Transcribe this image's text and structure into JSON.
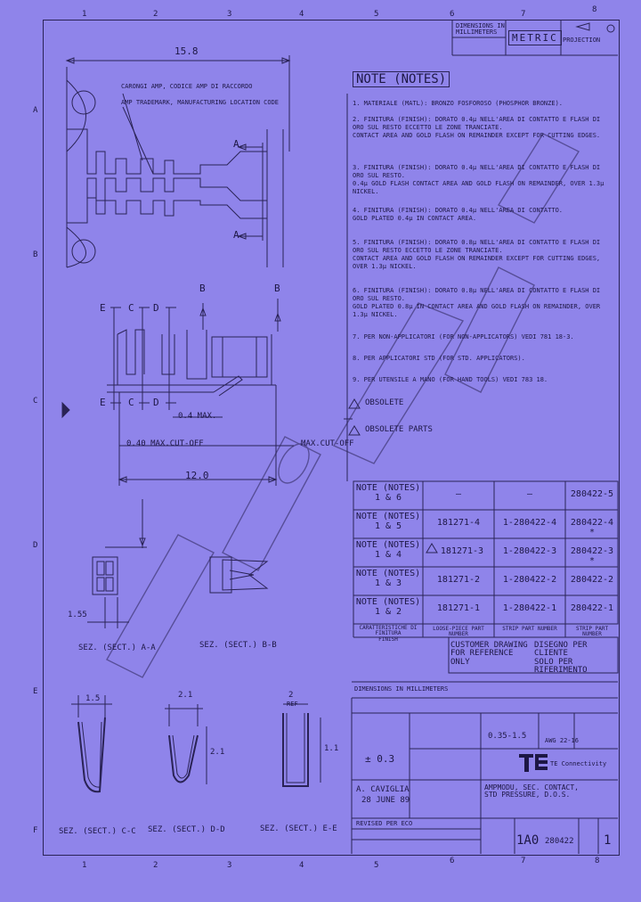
{
  "zones_top": [
    "1",
    "2",
    "3",
    "4",
    "5",
    "6",
    "7",
    "8"
  ],
  "zones_bottom": [
    "1",
    "2",
    "3",
    "4",
    "5",
    "6",
    "7",
    "8"
  ],
  "zones_left": [
    "A",
    "B",
    "C",
    "D",
    "E",
    "F"
  ],
  "header_small_left": "DIMENSIONS IN MILLIMETERS",
  "header_metric": "METRIC",
  "header_small_right": "PROJECTION",
  "notes_title": "NOTE (NOTES)",
  "notes": [
    "1. MATERIALE (MATL): BRONZO FOSFOROSO (PHOSPHOR BRONZE).",
    "2. FINITURA (FINISH): DORATO 0.4µ NELL'AREA DI CONTATTO E FLASH DI ORO SUL RESTO ECCETTO LE ZONE TRANCIATE.\nCONTACT AREA AND GOLD FLASH ON REMAINDER EXCEPT FOR CUTTING EDGES.",
    "3. FINITURA (FINISH): DORATO 0.4µ NELL'AREA DI CONTATTO E FLASH DI ORO SUL RESTO.\n0.4µ GOLD FLASH CONTACT AREA AND GOLD FLASH ON REMAINDER, OVER 1.3µ NICKEL.",
    "4. FINITURA (FINISH): DORATO 0.4µ NELL'AREA DI CONTATTO.\nGOLD PLATED 0.4µ IN CONTACT AREA.",
    "5. FINITURA (FINISH): DORATO 0.8µ NELL'AREA DI CONTATTO E FLASH DI ORO SUL RESTO ECCETTO LE ZONE TRANCIATE.\nCONTACT AREA AND GOLD FLASH ON REMAINDER EXCEPT FOR CUTTING EDGES, OVER 1.3µ NICKEL.",
    "6. FINITURA (FINISH): DORATO 0.8µ NELL'AREA DI CONTATTO E FLASH DI ORO SUL RESTO.\nGOLD PLATED 0.8µ IN CONTACT AREA AND GOLD FLASH ON REMAINDER, OVER 1.3µ NICKEL.",
    "7. PER NON-APPLICATORI (FOR NON-APPLICATORS) VEDI 781 18-3.",
    "8. PER APPLICATORI STD (FOR STD. APPLICATORS).",
    "9. PER UTENSILE A MANO (FOR HAND TOOLS) VEDI 783 18."
  ],
  "obsolete_label": "OBSOLETE",
  "obsolete_parts": "OBSOLETE PARTS",
  "part_table": [
    {
      "note": "NOTE (NOTES)\n1 & 6",
      "a": "–",
      "b": "–",
      "c": "280422-5"
    },
    {
      "note": "NOTE (NOTES)\n1 & 5",
      "a": "181271-4",
      "b": "1-280422-4",
      "c": "280422-4 *"
    },
    {
      "note": "NOTE (NOTES)\n1 & 4",
      "a": "181271-3",
      "b": "1-280422-3",
      "c": "280422-3 *"
    },
    {
      "note": "NOTE (NOTES)\n1 & 3",
      "a": "181271-2",
      "b": "1-280422-2",
      "c": "280422-2"
    },
    {
      "note": "NOTE (NOTES)\n1 & 2",
      "a": "181271-1",
      "b": "1-280422-1",
      "c": "280422-1"
    }
  ],
  "part_table_footer": [
    "CARATTERISTICHE DI FINITURA\nFINISH",
    "LOOSE-PIECE PART NUMBER",
    "STRIP PART NUMBER",
    "STRIP PART NUMBER"
  ],
  "customer_drawing": "CUSTOMER DRAWING\nFOR REFERENCE ONLY",
  "customer_drawing_it": "DISEGNO PER CLIENTE\nSOLO PER RIFERIMENTO",
  "tolerance_value": "± 0.3",
  "wire_range": "0.35-1.5",
  "wire_awg": "AWG 22-16",
  "te_logo": "TE",
  "te_brand": "TE Connectivity",
  "title_block_name": "AMPMODU, SEC. CONTACT,\nSTD PRESSURE, D.O.S.",
  "drawn_by": "A. CAVIGLIA",
  "drawn_date": "28 JUNE 89",
  "doc_no_prefix": "1A0",
  "doc_no": "280422",
  "sheet": "1",
  "dims": {
    "overall": "15.8",
    "strip_width": "12.0",
    "cutoff_a": "0.40 MAX.CUT-OFF",
    "cutoff_b": "0.4 MAX.",
    "cutoff_c": "MAX.CUT-OFF",
    "d155": "1.55",
    "sec_a_dim": "1.5",
    "sec_d_dim": "2.1",
    "sec_e_dim": "2",
    "e_ref": "REF",
    "d2_dim": "2.1",
    "right_dim": "1.1"
  },
  "callout_1": "CARONGI AMP, CODICE AMP DI RACCORDO",
  "callout_2": "AMP TRADEMARK, MANUFACTURING LOCATION CODE",
  "section_labels": [
    "SEZ. (SECT.) A-A",
    "SEZ. (SECT.) B-B",
    "SEZ. (SECT.) C-C",
    "SEZ. (SECT.) D-D",
    "SEZ. (SECT.) E-E"
  ],
  "section_letters": [
    "A",
    "A",
    "B",
    "B",
    "C",
    "C",
    "D",
    "D",
    "E",
    "E"
  ],
  "revisions_header": "REVISED PER ECO",
  "watermark": "AMP"
}
